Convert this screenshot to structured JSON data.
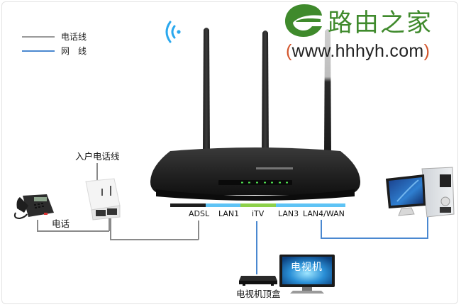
{
  "legend": {
    "items": [
      {
        "label": "电话线",
        "color": "#9a9a9a"
      },
      {
        "label": "网　线",
        "color": "#4a88d0"
      }
    ]
  },
  "watermark": {
    "brand": "路由之家",
    "url_open": "(",
    "url": "www.hhhyh.com",
    "url_close": ")",
    "brand_color": "#3f8a2c",
    "paren_color": "#d3542a"
  },
  "router": {
    "icon": "wifi-signal-icon",
    "ports": [
      {
        "label": "ADSL",
        "color": "#1e1e1e"
      },
      {
        "label": "LAN1",
        "color": "#5ec3f5"
      },
      {
        "label": "iTV",
        "color": "#8dd14a"
      },
      {
        "label": "LAN3",
        "color": "#5ec3f5"
      },
      {
        "label": "LAN4/WAN",
        "color": "#5ec3f5"
      }
    ],
    "led_color": "#4fe04f"
  },
  "devices": {
    "splitter_label": "入户电话线",
    "phone_label": "电话",
    "stb_label": "电视机顶盒",
    "tv_screen_text": "电视机"
  }
}
